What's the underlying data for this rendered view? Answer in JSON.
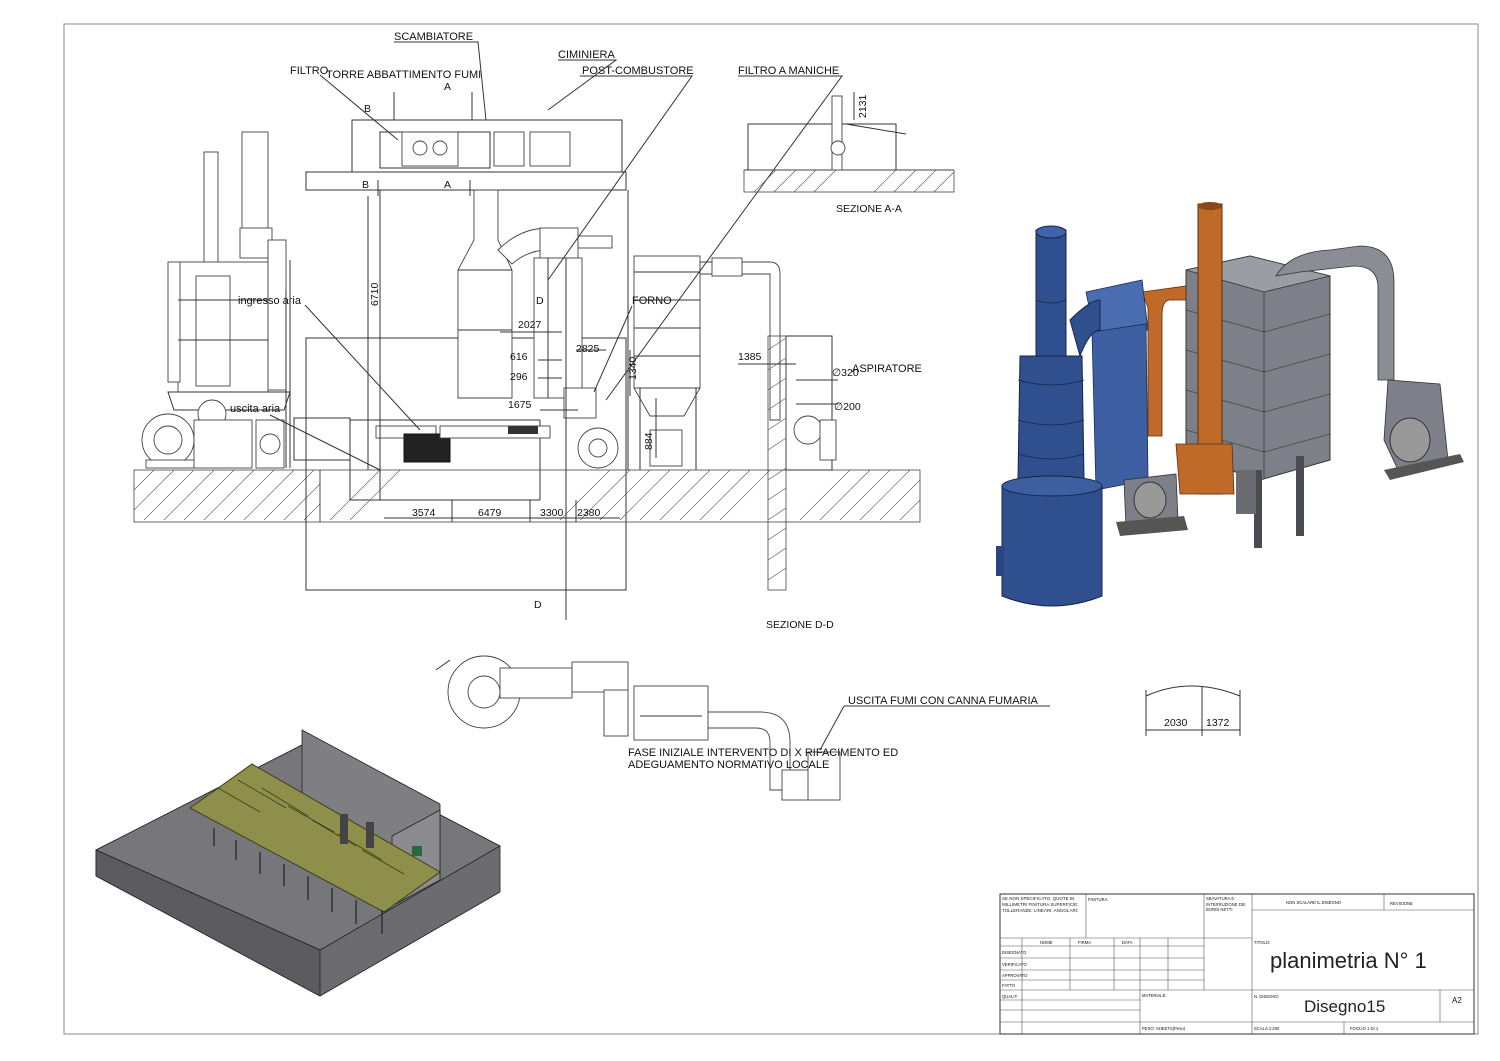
{
  "labels": {
    "scambiatore": "SCAMBIATORE",
    "ciminiera": "CIMINIERA",
    "filtro": "FILTRO",
    "torre": "TORRE ABBATTIMENTO FUMI",
    "post_combustore": "POST-COMBUSTORE",
    "filtro_maniche": "FILTRO A MANICHE",
    "ingresso_aria": "ingresso aria",
    "uscita_aria": "uscita aria",
    "forno": "FORNO",
    "aspiratore": "ASPIRATORE",
    "uscita_fumi": "USCITA FUMI CON CANNA FUMARIA",
    "fase_line1": "FASE INIZIALE INTERVENTO DI X RIFACIMENTO ED",
    "fase_line2": "ADEGUAMENTO NORMATIVO LOCALE"
  },
  "sections": {
    "a_a": "SEZIONE A-A",
    "d_d": "SEZIONE D-D",
    "mark_a": "A",
    "mark_b": "B",
    "mark_d": "D"
  },
  "dimensions": {
    "d6710": "6710",
    "d2027": "2027",
    "d616": "616",
    "d2825": "2825",
    "d296": "296",
    "d1340": "1340",
    "d1675": "1675",
    "d884": "884",
    "d1385": "1385",
    "d320": "∅320",
    "d200": "∅200",
    "d2131": "2131",
    "d3574": "3574",
    "d6479": "6479",
    "d3300": "3300",
    "d2380": "2380",
    "d2030": "2030",
    "d1372": "1372"
  },
  "title_block": {
    "general_note": "SE NON SPECIFICATO: QUOTE IN MILLIMETRI FINITURA SUPERFICIE: TOLLERANZE: LINEARI: ANGOLARI:",
    "finitura": "FINITURA:",
    "sbavatura": "SBAVATURA E INTERRUZIONE DEI BORDI NETTI",
    "non_scalare": "NON SCALARE IL DISEGNO",
    "revisione": "REVISIONE",
    "col_nome": "NOME",
    "col_firma": "FIRMA",
    "col_data": "DATA",
    "rows": [
      "DISEGNATO",
      "VERIFICATO",
      "APPROVATO",
      "FATTO",
      "QUALIT."
    ],
    "titolo_label": "TITOLO:",
    "titolo": "planimetria N° 1",
    "materiale": "MATERIALE:",
    "n_disegno_label": "N. DISEGNO",
    "n_disegno": "Disegno15",
    "formato": "A2",
    "peso": "PESO: SHEETS(Peso)",
    "scala": "SCALA:1:200",
    "foglio": "FOGLIO 1 DI 1"
  },
  "colors": {
    "tower_blue": "#2f4f8e",
    "chimney_orange": "#c06a2a",
    "filter_grey": "#7d8088",
    "roof_olive": "#8e8f4a",
    "slab_grey": "#6b6b70"
  }
}
